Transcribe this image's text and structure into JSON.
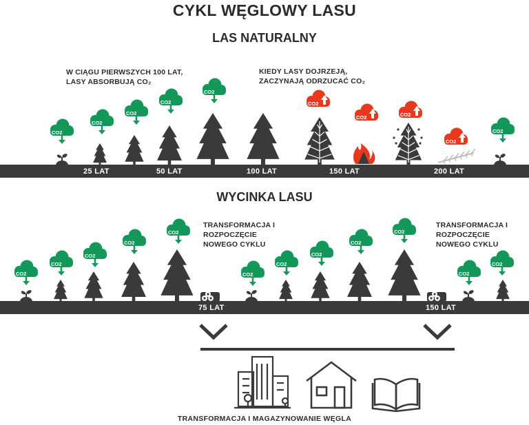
{
  "title": "CYKL WĘGLOWY LASU",
  "natural": {
    "heading": "LAS NATURALNY",
    "note_left": [
      "W CIĄGU PIERWSZYCH 100 LAT,",
      "LASY ABSORBUJĄ CO₂"
    ],
    "note_right": [
      "KIEDY LASY DOJRZEJĄ,",
      "ZACZYNAJĄ ODRZUCAĆ CO₂"
    ],
    "ages": [
      "25 LAT",
      "50 LAT",
      "100 LAT",
      "150 LAT",
      "200 LAT"
    ]
  },
  "harvest": {
    "heading": "WYCINKA LASU",
    "note_left": [
      "TRANSFORMACJA I",
      "ROZPOCZĘCIE",
      "NOWEGO CYKLU"
    ],
    "note_right": [
      "TRANSFORMACJA I",
      "ROZPOCZĘCIE",
      "NOWEGO CYKLU"
    ],
    "ages": [
      "75 LAT",
      "150 LAT"
    ]
  },
  "cloud_label": "CO2",
  "bottom_caption": "TRANSFORMACJA I MAGAZYNOWANIE WĘGLA",
  "colors": {
    "absorb": "#14985a",
    "emit": "#e8381e",
    "dark": "#3a3a3a"
  }
}
